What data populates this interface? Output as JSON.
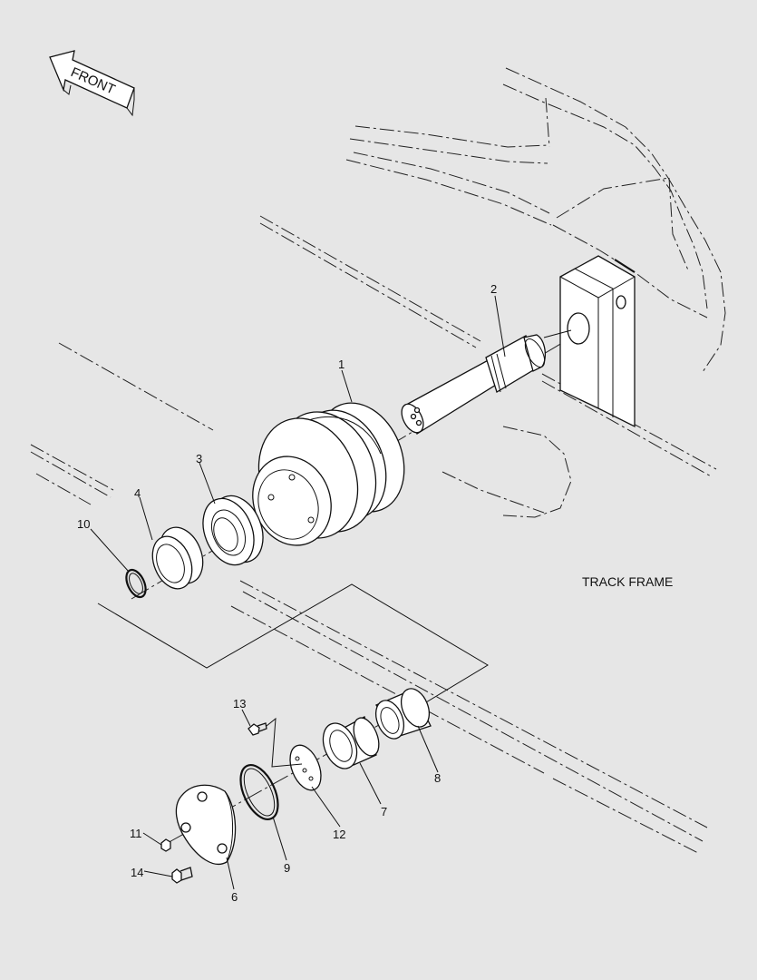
{
  "direction_label": "FRONT",
  "frame_label": "TRACK FRAME",
  "part_callouts": [
    "1",
    "2",
    "3",
    "4",
    "6",
    "7",
    "8",
    "9",
    "10",
    "11",
    "12",
    "13",
    "14"
  ],
  "icons": {
    "direction_arrow": "arrow-left-icon"
  },
  "colors": {
    "background": "#e6e6e6",
    "line": "#111111",
    "part_fill": "#ffffff"
  }
}
